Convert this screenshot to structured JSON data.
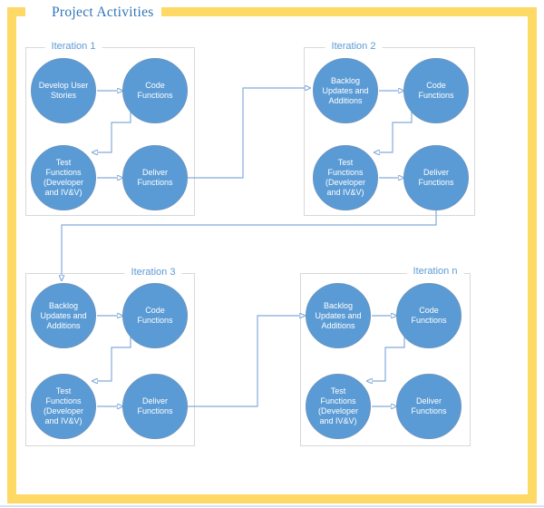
{
  "title": "Project Activities",
  "colors": {
    "frame": "#FFD966",
    "node_fill": "#5B9BD5",
    "node_text": "#FFFFFF",
    "connector_line": "#84ABDB",
    "connector_arrow": "#4A82C3",
    "iteration_label": "#5B9BD5",
    "container_border": "#D8D8D8",
    "title_text": "#2E74B5"
  },
  "iterations": [
    {
      "label": "Iteration 1",
      "nodes": [
        {
          "label": "Develop User Stories"
        },
        {
          "label": "Code Functions"
        },
        {
          "label": "Test Functions (Developer and IV&V)"
        },
        {
          "label": "Deliver Functions"
        }
      ],
      "flow": [
        "Develop User Stories → Code Functions",
        "Code Functions → Test Functions (Developer and IV&V)",
        "Test Functions (Developer and IV&V) → Deliver Functions"
      ]
    },
    {
      "label": "Iteration 2",
      "nodes": [
        {
          "label": "Backlog Updates and Additions"
        },
        {
          "label": "Code Functions"
        },
        {
          "label": "Test Functions (Developer and IV&V)"
        },
        {
          "label": "Deliver Functions"
        }
      ],
      "flow": [
        "Backlog Updates and Additions → Code Functions",
        "Code Functions → Test Functions (Developer and IV&V)",
        "Test Functions (Developer and IV&V) → Deliver Functions"
      ]
    },
    {
      "label": "Iteration 3",
      "nodes": [
        {
          "label": "Backlog Updates and Additions"
        },
        {
          "label": "Code Functions"
        },
        {
          "label": "Test Functions (Developer and IV&V)"
        },
        {
          "label": "Deliver Functions"
        }
      ],
      "flow": [
        "Backlog Updates and Additions → Code Functions",
        "Code Functions → Test Functions (Developer and IV&V)",
        "Test Functions (Developer and IV&V) → Deliver Functions"
      ]
    },
    {
      "label": "Iteration n",
      "nodes": [
        {
          "label": "Backlog Updates and Additions"
        },
        {
          "label": "Code Functions"
        },
        {
          "label": "Test Functions (Developer and IV&V)"
        },
        {
          "label": "Deliver Functions"
        }
      ],
      "flow": [
        "Backlog Updates and Additions → Code Functions",
        "Code Functions → Test Functions (Developer and IV&V)",
        "Test Functions (Developer and IV&V) → Deliver Functions"
      ]
    }
  ],
  "iteration_transitions": [
    "Iteration 1: Deliver Functions → Iteration 2: Backlog Updates and Additions",
    "Iteration 2: Deliver Functions → Iteration 3: Backlog Updates and Additions",
    "Iteration 3: Deliver Functions → Iteration n: Backlog Updates and Additions"
  ]
}
